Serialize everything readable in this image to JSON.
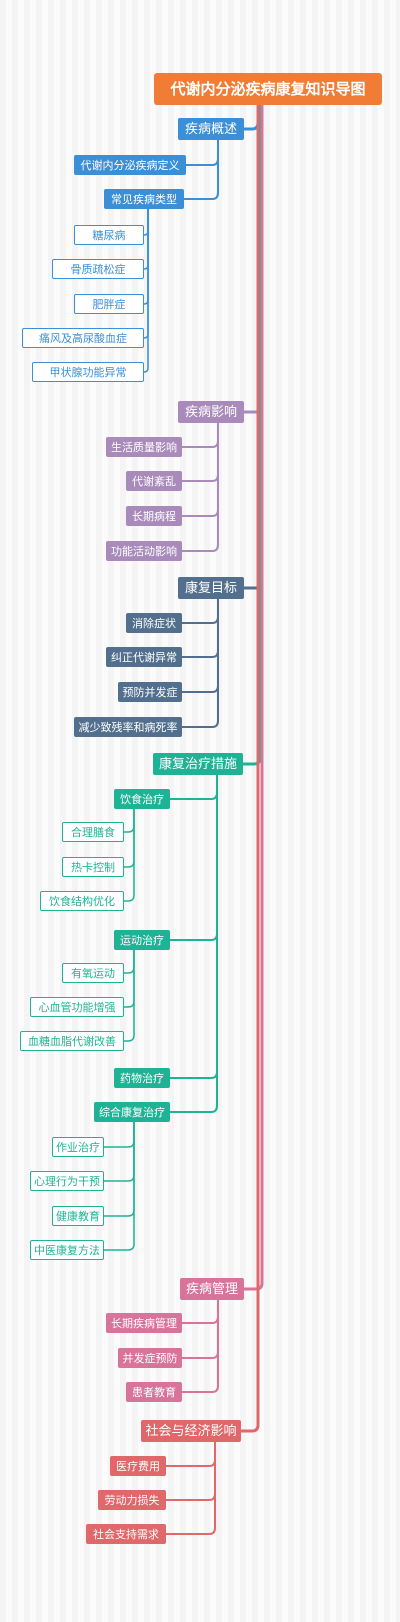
{
  "title": "代谢内分泌疾病康复知识导图",
  "branches": [
    {
      "label": "疾病概述",
      "color": "#3a8fd6",
      "children": [
        {
          "label": "代谢内分泌疾病定义",
          "children": []
        },
        {
          "label": "常见疾病类型",
          "children": [
            "糖尿病",
            "骨质疏松症",
            "肥胖症",
            "痛风及高尿酸血症",
            "甲状腺功能异常"
          ]
        }
      ]
    },
    {
      "label": "疾病影响",
      "color": "#a98bbb",
      "children": [
        {
          "label": "生活质量影响",
          "children": []
        },
        {
          "label": "代谢紊乱",
          "children": []
        },
        {
          "label": "长期病程",
          "children": []
        },
        {
          "label": "功能活动影响",
          "children": []
        }
      ]
    },
    {
      "label": "康复目标",
      "color": "#52708e",
      "children": [
        {
          "label": "消除症状",
          "children": []
        },
        {
          "label": "纠正代谢异常",
          "children": []
        },
        {
          "label": "预防并发症",
          "children": []
        },
        {
          "label": "减少致残率和病死率",
          "children": []
        }
      ]
    },
    {
      "label": "康复治疗措施",
      "color": "#1fb396",
      "children": [
        {
          "label": "饮食治疗",
          "children": [
            "合理膳食",
            "热卡控制",
            "饮食结构优化"
          ]
        },
        {
          "label": "运动治疗",
          "children": [
            "有氧运动",
            "心血管功能增强",
            "血糖血脂代谢改善"
          ]
        },
        {
          "label": "药物治疗",
          "children": []
        },
        {
          "label": "综合康复治疗",
          "children": [
            "作业治疗",
            "心理行为干预",
            "健康教育",
            "中医康复方法"
          ]
        }
      ]
    },
    {
      "label": "疾病管理",
      "color": "#d8739a",
      "children": [
        {
          "label": "长期疾病管理",
          "children": []
        },
        {
          "label": "并发症预防",
          "children": []
        },
        {
          "label": "患者教育",
          "children": []
        }
      ]
    },
    {
      "label": "社会与经济影响",
      "color": "#e0676a",
      "children": [
        {
          "label": "医疗费用",
          "children": []
        },
        {
          "label": "劳动力损失",
          "children": []
        },
        {
          "label": "社会支持需求",
          "children": []
        }
      ]
    }
  ]
}
